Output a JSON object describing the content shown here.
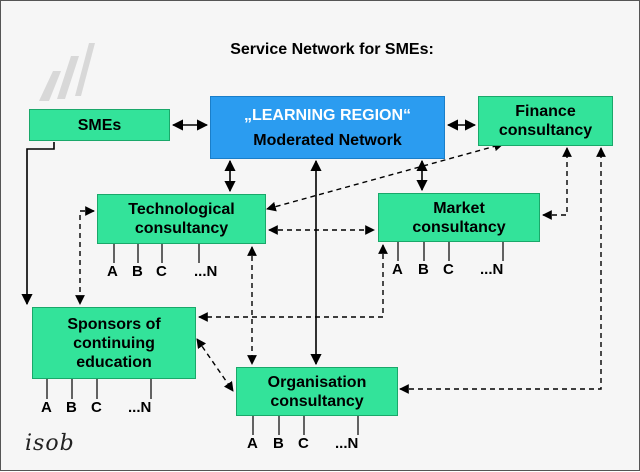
{
  "title": "Service Network for SMEs:",
  "nodes": {
    "smes": "SMEs",
    "learning_region": [
      "„LEARNING REGION“",
      "Moderated Network"
    ],
    "finance": [
      "Finance",
      "consultancy"
    ],
    "technological": [
      "Technological",
      "consultancy"
    ],
    "market": [
      "Market",
      "consultancy"
    ],
    "sponsors": [
      "Sponsors of",
      "continuing",
      "education"
    ],
    "organisation": [
      "Organisation",
      "consultancy"
    ]
  },
  "sub_labels": [
    "A",
    "B",
    "C",
    "...N"
  ],
  "logo": "isob",
  "colors": {
    "box_fill": "#33e39a",
    "central_fill": "#2b9cf0",
    "line": "#000000"
  }
}
